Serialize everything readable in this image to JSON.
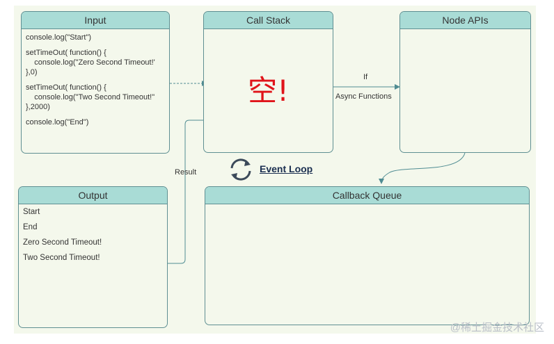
{
  "input": {
    "title": "Input",
    "lines": [
      "console.log(\"Start\")",
      "setTimeOut( function() {\n    console.log(\"Zero Second Timeout!'\n},0)",
      "setTimeOut( function() {\n    console.log(\"Two Second Timeout!\"\n},2000)",
      "console.log(\"End\")"
    ]
  },
  "call_stack": {
    "title": "Call Stack",
    "content": "空!"
  },
  "node_apis": {
    "title": "Node APIs"
  },
  "output": {
    "title": "Output",
    "items": [
      "Start",
      "End",
      "Zero Second Timeout!",
      "Two Second Timeout!"
    ]
  },
  "callback_queue": {
    "title": "Callback Queue"
  },
  "labels": {
    "if": "If",
    "async": "Async Functions",
    "result": "Result",
    "event_loop": "Event Loop"
  },
  "icons": {
    "event_loop": "refresh-icon"
  },
  "colors": {
    "header": "#a9dcd6",
    "border": "#5f8f92",
    "background": "#f4f8ec",
    "arrow": "#4f8c92",
    "empty_text": "#e0141a"
  },
  "watermark": "@稀土掘金技术社区"
}
